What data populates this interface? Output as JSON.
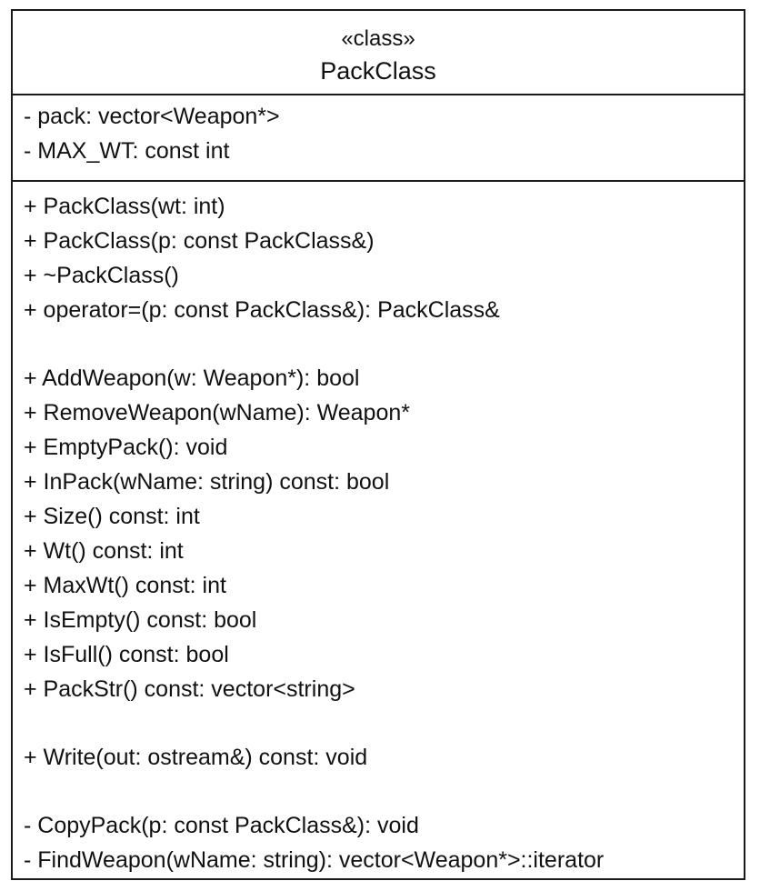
{
  "class_box": {
    "stereotype": "«class»",
    "name": "PackClass",
    "attributes": [
      "- pack: vector<Weapon*>",
      "- MAX_WT: const int"
    ],
    "operations": [
      "+ PackClass(wt: int)",
      "+ PackClass(p: const PackClass&)",
      "+ ~PackClass()",
      "+ operator=(p: const PackClass&): PackClass&",
      "+ AddWeapon(w: Weapon*): bool",
      "+ RemoveWeapon(wName): Weapon*",
      "+ EmptyPack(): void",
      "+ InPack(wName: string) const: bool",
      "+ Size() const: int",
      "+ Wt() const: int",
      "+ MaxWt() const: int",
      "+ IsEmpty() const: bool",
      "+ IsFull() const: bool",
      "+ PackStr() const: vector<string>",
      "+ Write(out: ostream&) const: void",
      "- CopyPack(p: const PackClass&): void",
      "- FindWeapon(wName: string): vector<Weapon*>::iterator"
    ]
  }
}
